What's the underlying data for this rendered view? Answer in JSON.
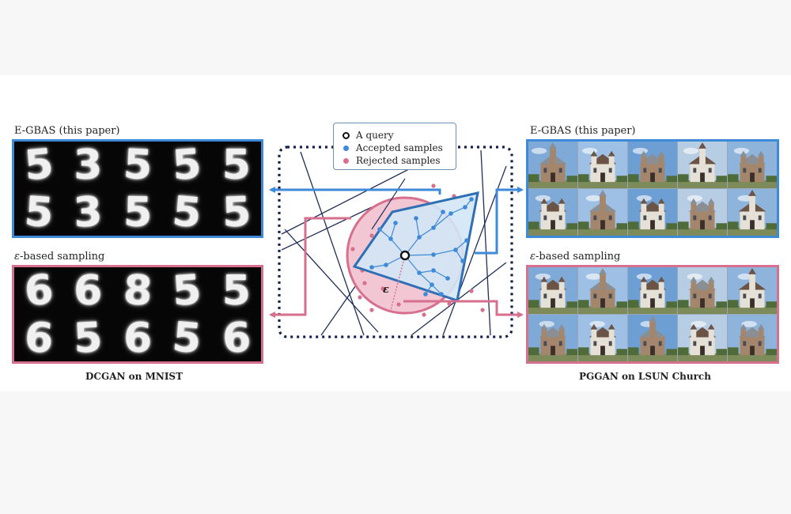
{
  "left": {
    "top_title": "E-GBAS (this paper)",
    "bottom_title_symbol": "ε",
    "bottom_title_text": "-based sampling",
    "top_digits": [
      "5",
      "3",
      "5",
      "5",
      "5",
      "5",
      "3",
      "5",
      "5",
      "5"
    ],
    "bottom_digits": [
      "6",
      "6",
      "8",
      "5",
      "5",
      "6",
      "5",
      "6",
      "5",
      "6"
    ],
    "caption": "DCGAN on MNIST"
  },
  "right": {
    "top_title": "E-GBAS (this paper)",
    "bottom_title_symbol": "ε",
    "bottom_title_text": "-based sampling",
    "caption": "PGGAN on LSUN Church"
  },
  "legend": {
    "query": "A query",
    "accepted": "Accepted samples",
    "rejected": "Rejected samples"
  },
  "diagram": {
    "epsilon_label": "ε"
  },
  "colors": {
    "blue": "#3d8ad8",
    "pink": "#d76f8e",
    "pink_fill": "#f2c6d3",
    "blue_fill": "#d3e6f6",
    "dark": "#1f2f5a"
  }
}
